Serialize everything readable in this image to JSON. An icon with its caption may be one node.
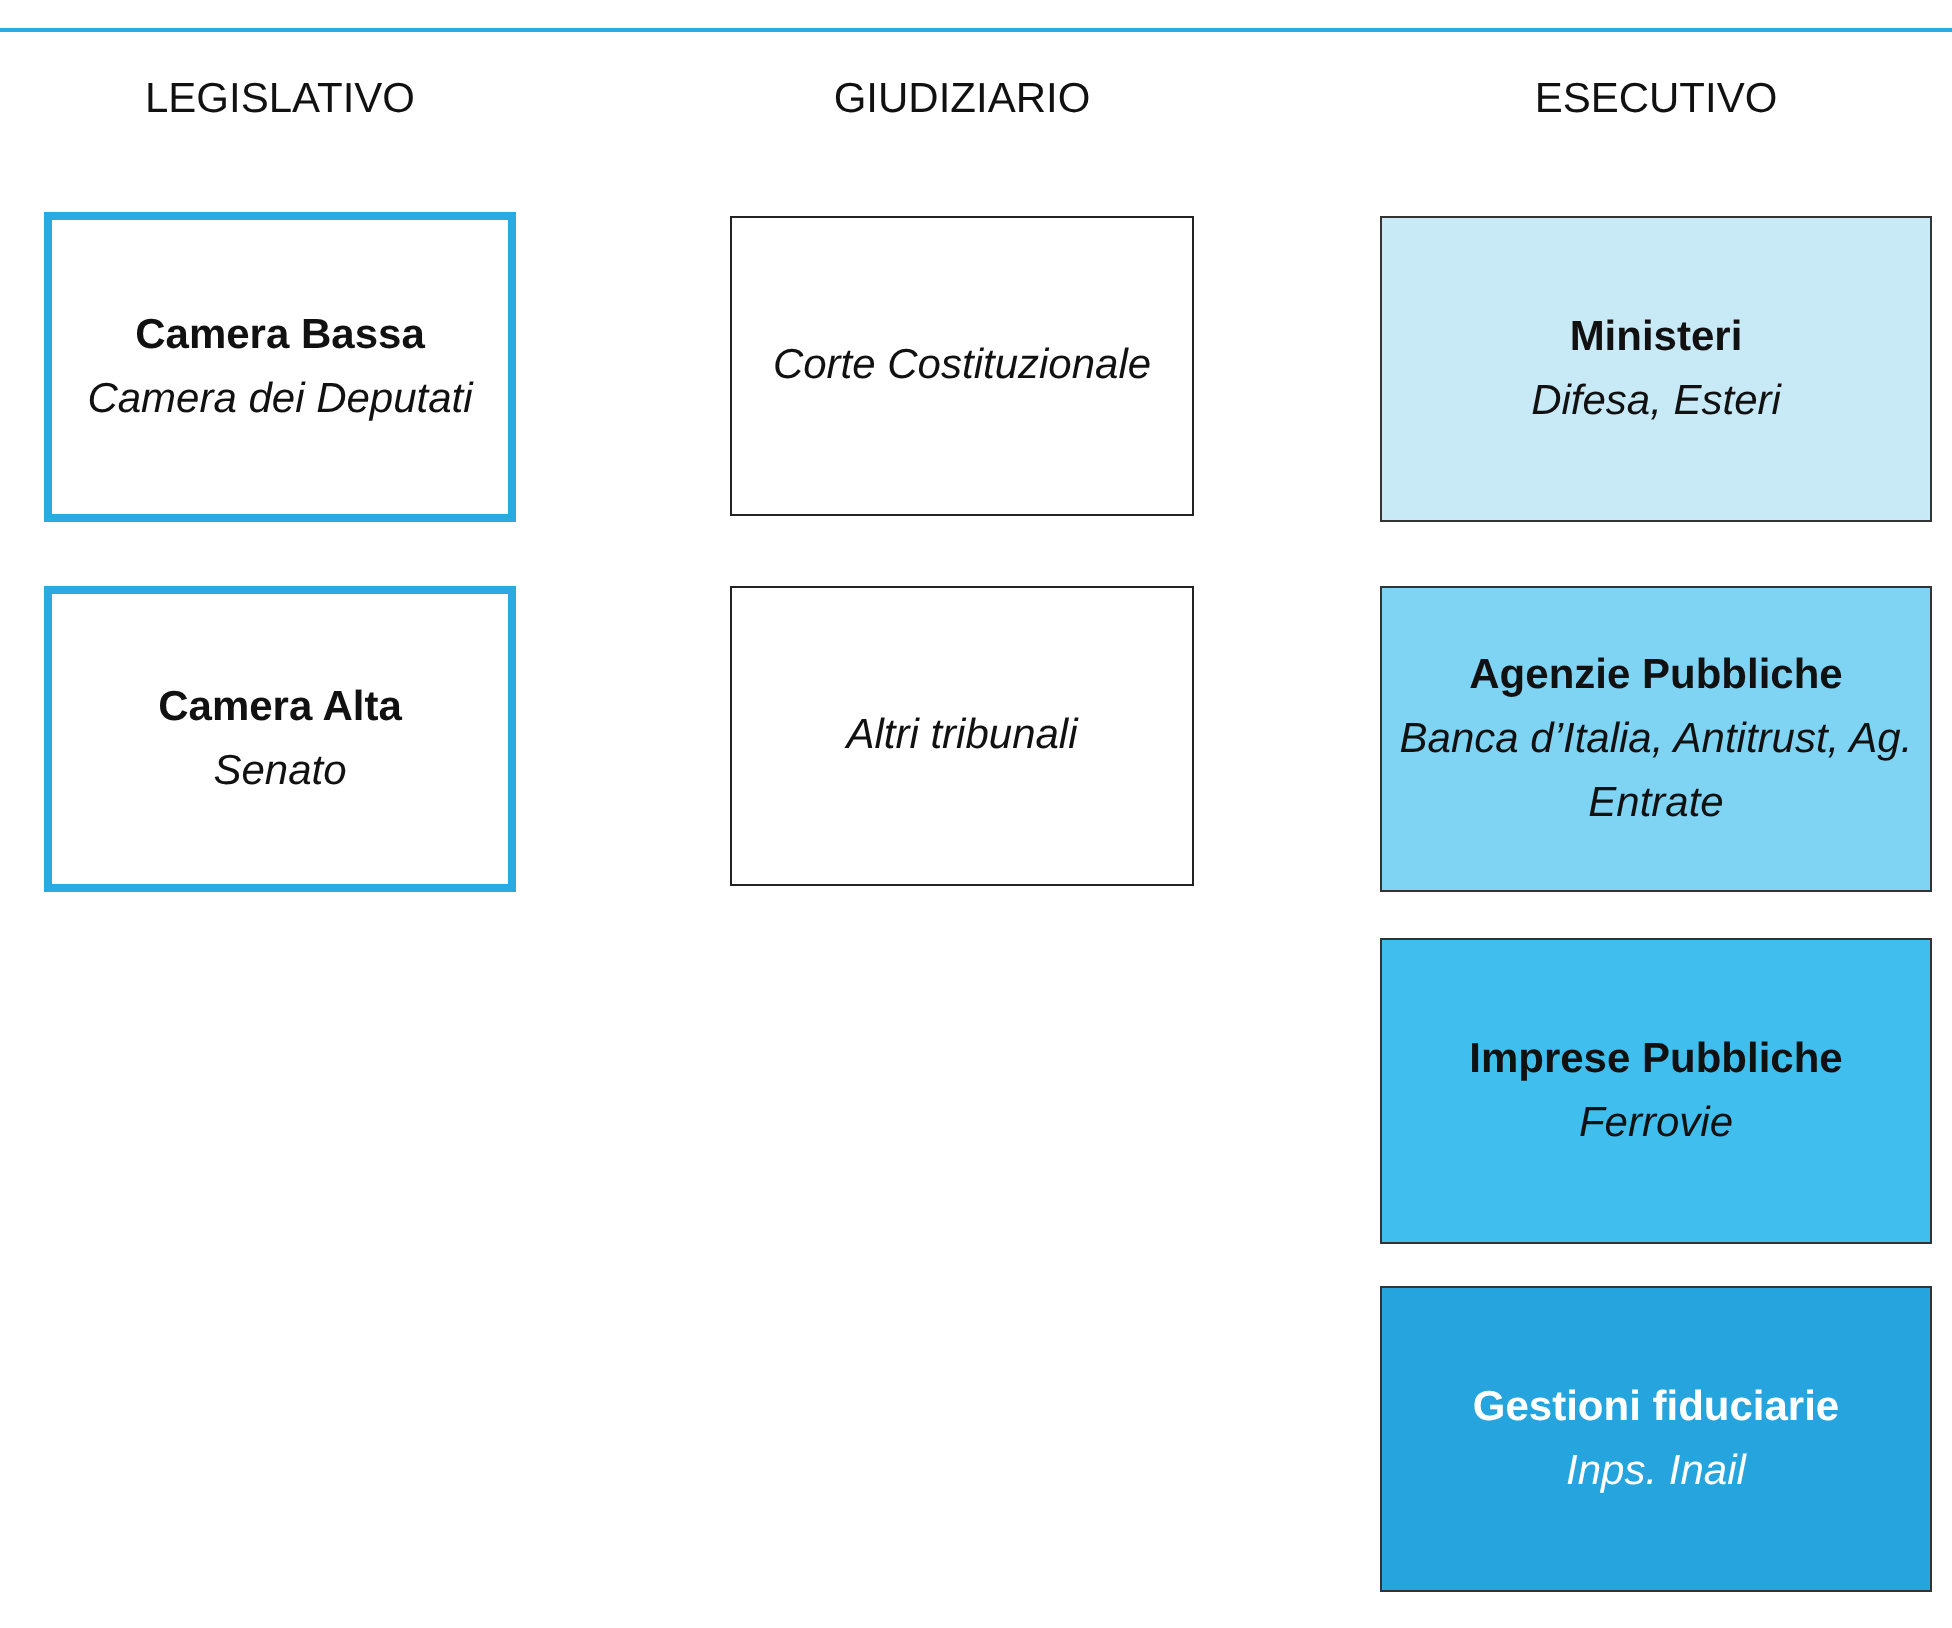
{
  "diagram": {
    "nodes": [
      {
        "text": [
          "Camera Bassa",
          "Camera dei Deputati"
        ]
      },
      {
        "text": [
          "Corte Costituzionale"
        ]
      },
      {
        "text": [
          "Ministeri",
          "Difesa, Esteri"
        ]
      },
      {
        "text": [
          "Camera Alta",
          "Senato"
        ]
      },
      {
        "text": [
          "Altri tribunali"
        ]
      },
      {
        "text": [
          "Agenzie Pubbliche",
          "Banca d’Italia, Antitrust, Ag. Entrate"
        ]
      },
      {
        "text": [
          "Imprese Pubbliche",
          "Ferrovie"
        ]
      },
      {
        "text": [
          "Gestioni fiduciarie",
          "Inps. Inail"
        ]
      }
    ],
    "edges": [],
    "labels": [
      "LEGISLATIVO",
      "GIUDIZIARIO",
      "ESECUTIVO"
    ]
  }
}
